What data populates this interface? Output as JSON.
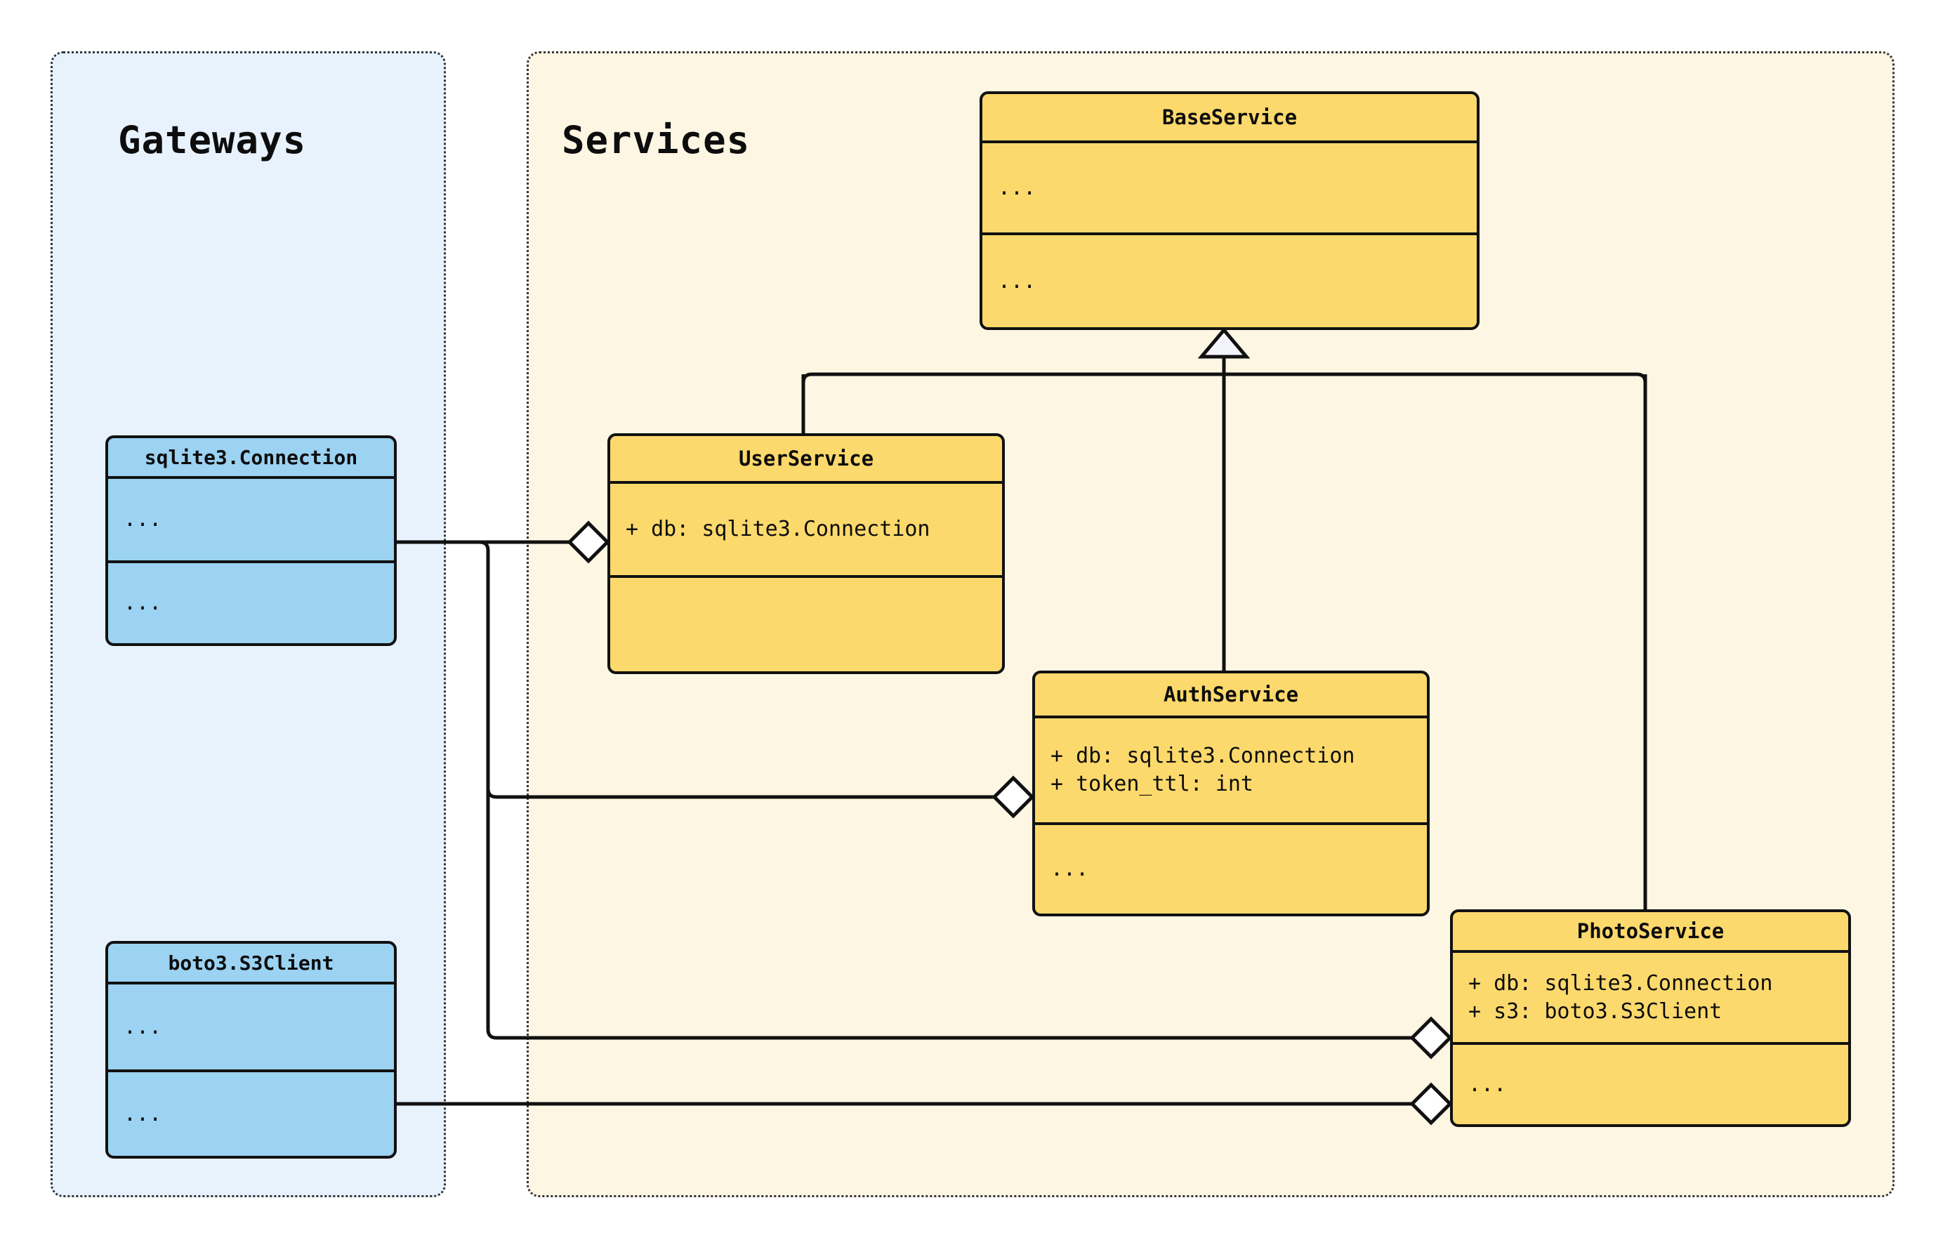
{
  "diagram": {
    "type": "uml-class-diagram",
    "packages": [
      {
        "id": "gateways",
        "label": "Gateways",
        "background": "#E8F2FD",
        "border": "#33353a"
      },
      {
        "id": "services",
        "label": "Services",
        "background": "#FDF6E3",
        "border": "#33353a"
      }
    ],
    "classes": [
      {
        "id": "base-service",
        "name": "BaseService",
        "package": "services",
        "fill": "#FCD96C",
        "attributes": [
          "..."
        ],
        "methods": [
          "..."
        ]
      },
      {
        "id": "user-service",
        "name": "UserService",
        "package": "services",
        "fill": "#FCD96C",
        "attributes": [
          "+ db: sqlite3.Connection"
        ],
        "methods": [
          ""
        ]
      },
      {
        "id": "auth-service",
        "name": "AuthService",
        "package": "services",
        "fill": "#FCD96C",
        "attributes": [
          "+ db: sqlite3.Connection",
          "+ token_ttl: int"
        ],
        "methods": [
          "..."
        ]
      },
      {
        "id": "photo-service",
        "name": "PhotoService",
        "package": "services",
        "fill": "#FCD96C",
        "attributes": [
          "+ db: sqlite3.Connection",
          "+ s3: boto3.S3Client"
        ],
        "methods": [
          "..."
        ]
      },
      {
        "id": "sqlite3-connection",
        "name": "sqlite3.Connection",
        "package": "gateways",
        "fill": "#9CD2F2",
        "attributes": [
          "..."
        ],
        "methods": [
          "..."
        ]
      },
      {
        "id": "boto3-s3client",
        "name": "boto3.S3Client",
        "package": "gateways",
        "fill": "#9CD2F2",
        "attributes": [
          "..."
        ],
        "methods": [
          "..."
        ]
      }
    ],
    "relationships": [
      {
        "kind": "inheritance",
        "from": "user-service",
        "to": "base-service"
      },
      {
        "kind": "inheritance",
        "from": "auth-service",
        "to": "base-service"
      },
      {
        "kind": "inheritance",
        "from": "photo-service",
        "to": "base-service"
      },
      {
        "kind": "aggregation",
        "from": "user-service",
        "to": "sqlite3-connection"
      },
      {
        "kind": "aggregation",
        "from": "auth-service",
        "to": "sqlite3-connection"
      },
      {
        "kind": "aggregation",
        "from": "photo-service",
        "to": "sqlite3-connection"
      },
      {
        "kind": "aggregation",
        "from": "photo-service",
        "to": "boto3-s3client"
      }
    ]
  },
  "packages": {
    "gateways": {
      "label": "Gateways"
    },
    "services": {
      "label": "Services"
    }
  },
  "classes": {
    "base_service": {
      "name": "BaseService",
      "attributes": "...",
      "methods": "..."
    },
    "user_service": {
      "name": "UserService",
      "attributes": "+ db: sqlite3.Connection",
      "methods": ""
    },
    "auth_service": {
      "name": "AuthService",
      "attributes": "+ db: sqlite3.Connection\n+ token_ttl: int",
      "methods": "..."
    },
    "photo_service": {
      "name": "PhotoService",
      "attributes": "+ db: sqlite3.Connection\n+ s3: boto3.S3Client",
      "methods": "..."
    },
    "sqlite3_connection": {
      "name": "sqlite3.Connection",
      "attributes": "...",
      "methods": "..."
    },
    "boto3_s3client": {
      "name": "boto3.S3Client",
      "attributes": "...",
      "methods": "..."
    }
  }
}
